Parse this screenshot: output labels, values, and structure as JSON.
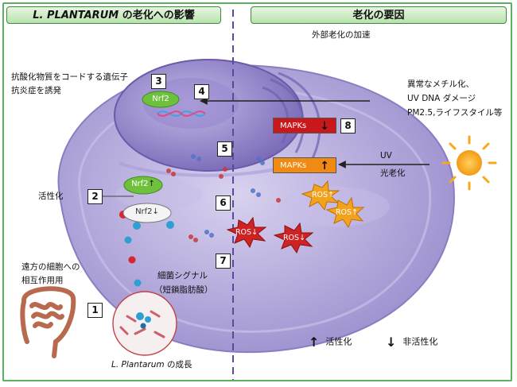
{
  "header": {
    "left_title_italic": "L. PLANTARUM",
    "left_title_rest": " の老化への影響",
    "right_title": "老化の要因"
  },
  "labels": {
    "external_aging": "外部老化の加速",
    "antioxidant_genes": "抗酸化物質をコードする遺伝子",
    "anti_inflammation": "抗炎症を誘発",
    "activation": "活性化",
    "distant_cells_1": "遠方の細胞への",
    "distant_cells_2": "相互作用用",
    "bacterial_signal": "細菌シグナル",
    "scfa": "（短鎖脂肪酸）",
    "growth_italic": "L. Plantarum",
    "growth_rest": " の成長",
    "factors_1": "異常なメチル化、",
    "factors_2": "UV DNA ダメージ",
    "factors_3": "PM2.5,ライフスタイル等",
    "uv": "UV",
    "photoaging": "光老化"
  },
  "numbers": [
    "1",
    "2",
    "3",
    "4",
    "5",
    "6",
    "7",
    "8"
  ],
  "pills": {
    "nrf2_top": "Nrf2",
    "nrf2_mid": "Nrf2",
    "nrf2_low": "Nrf2"
  },
  "mapks": {
    "down_label": "MAPKs",
    "up_label": "MAPKs"
  },
  "ros": {
    "r1": "ROS",
    "r2": "ROS",
    "r3": "ROS",
    "r4": "ROS"
  },
  "legend": {
    "up_arrow": "↑",
    "up_label": "活性化",
    "down_arrow": "↓",
    "down_label": "非活性化"
  },
  "colors": {
    "frame": "#59b35a",
    "cell": "#b9addc",
    "nucleus": "#8f7fc4",
    "nrf2_green": "#6fc13d",
    "mapk_red": "#c8181c",
    "mapk_orange": "#f08a12",
    "ros_orange": "#f2a21d",
    "ros_red": "#cf2222",
    "sun": "#f7a81c"
  }
}
